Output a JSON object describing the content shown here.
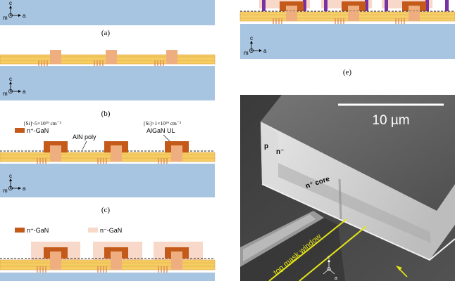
{
  "panels": {
    "a": {
      "label": "(a)"
    },
    "b": {
      "label": "(b)"
    },
    "c": {
      "label": "(c)",
      "legend_text": "n⁺-GaN",
      "si_left": "[Si]~5×10¹⁹ cm⁻³",
      "si_right": "[Si]>1×10¹⁹ cm⁻³",
      "aln_label": "AlN poly",
      "algan_label": "AlGaN UL"
    },
    "d": {
      "legend_nplus": "n⁺-GaN",
      "legend_nminus": "n⁻-GaN"
    },
    "e": {
      "label": "(e)"
    }
  },
  "axis_labels": {
    "c": "c",
    "m": "m",
    "a": "a"
  },
  "sem": {
    "scalebar_label": "10 µm",
    "label_p": "p",
    "label_nminus": "n⁻",
    "label_core": "n⁺ core",
    "label_window": "top mask window"
  },
  "colors": {
    "substrate": "#a7c4e1",
    "algan": "#f4cd63",
    "nplus": "#c35a1a",
    "nminus": "#f7d8c9",
    "orange_light": "#efae7f",
    "purple": "#7a32a3",
    "annot_yellow": "#e6e619"
  }
}
